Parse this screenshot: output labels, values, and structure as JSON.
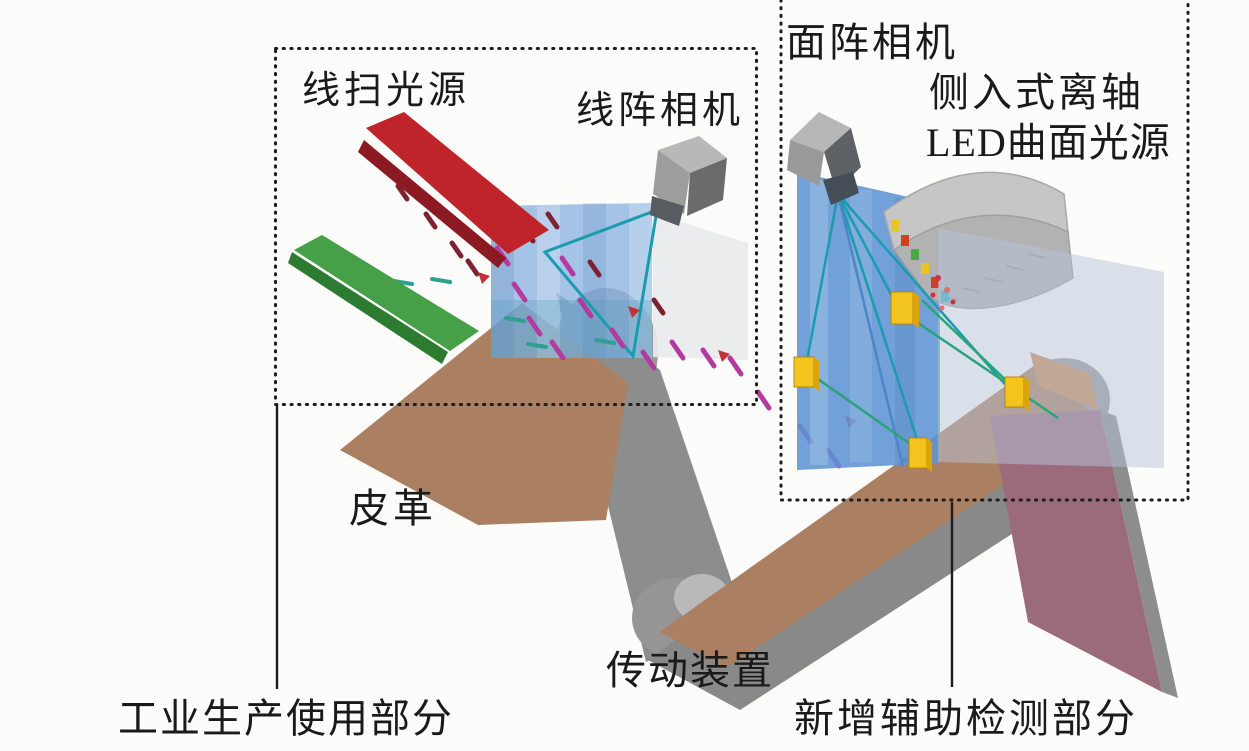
{
  "diagram": {
    "labels": {
      "line_scan_light": "线扫光源",
      "line_camera": "线阵相机",
      "area_camera": "面阵相机",
      "led_light_line1": "侧入式离轴",
      "led_light_line2": "LED曲面光源",
      "leather": "皮革",
      "conveyor": "传动装置",
      "left_section": "工业生产使用部分",
      "right_section": "新增辅助检测部分"
    },
    "colors": {
      "red_light_bar": "#c0242b",
      "green_light_bar": "#45a047",
      "left_panel_blue": "#8ab2e0",
      "right_panel_blue": "#5d94d3",
      "leather_brown": "#ab8062",
      "conveyor_gray": "#8d8d8d",
      "roller_gray": "#9b9b9b",
      "led_curved_gray": "#c6c6c6",
      "right_leather_mauve": "#9b6b7c",
      "marker_yellow": "#f3c41e",
      "beam_teal": "#1b9cae",
      "label_text": "#1a1a1a"
    }
  }
}
